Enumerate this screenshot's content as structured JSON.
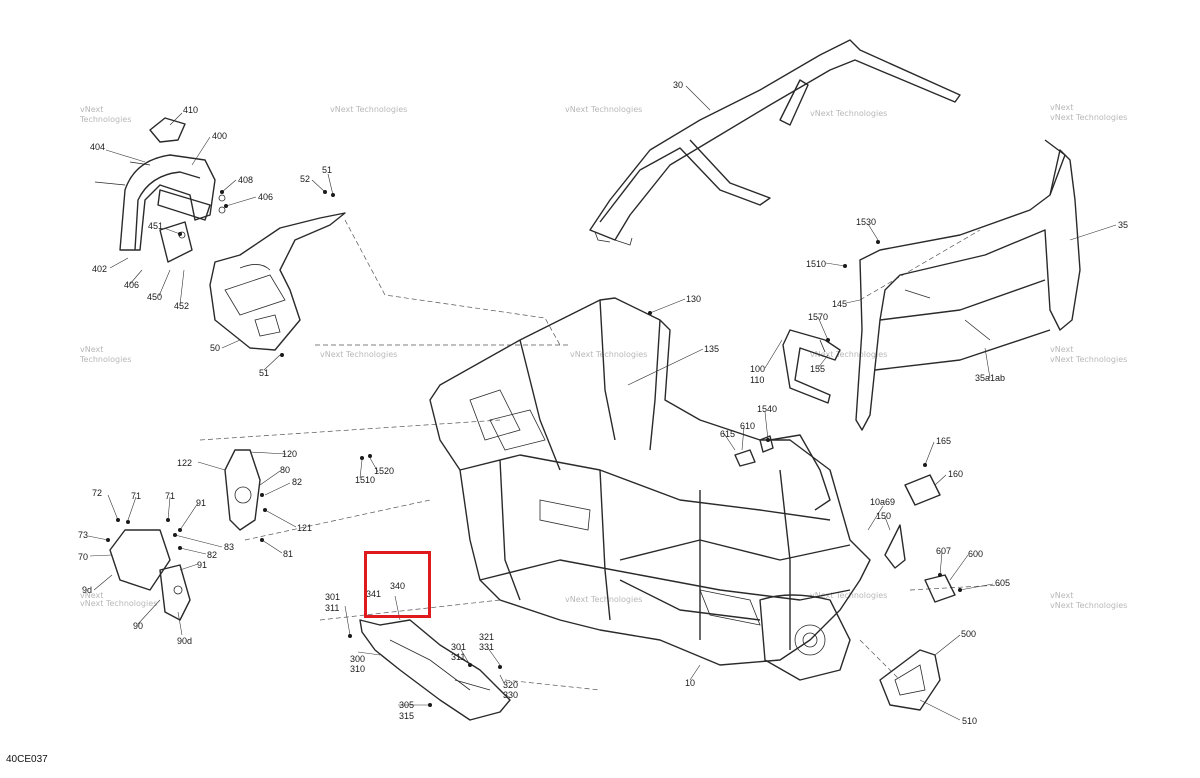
{
  "diagram_code": "40CE037",
  "watermark": {
    "line1": "vNext",
    "line2": "Technologies",
    "combined": "vNext Technologies"
  },
  "highlight": {
    "labels": [
      "340",
      "341"
    ]
  },
  "callouts": {
    "c410": "410",
    "c400": "400",
    "c404": "404",
    "c408": "408",
    "c406a": "406",
    "c451": "451",
    "c402": "402",
    "c406b": "406",
    "c450": "450",
    "c452": "452",
    "c51a": "51",
    "c52": "52",
    "c50": "50",
    "c51b": "51",
    "c30": "30",
    "c35": "35",
    "c1530": "1530",
    "c1510a": "1510",
    "c145": "145",
    "c1570": "1570",
    "c100": "100",
    "c110": "110",
    "c155": "155",
    "c35a1ab": "35a1ab",
    "c130": "130",
    "c135": "135",
    "c615": "615",
    "c610": "610",
    "c1540": "1540",
    "c165": "165",
    "c160": "160",
    "c10a69": "10a69",
    "c150": "150",
    "c607": "607",
    "c600": "600",
    "c605": "605",
    "c500": "500",
    "c510": "510",
    "c10": "10",
    "c1520": "1520",
    "c1510b": "1510",
    "c120": "120",
    "c122": "122",
    "c80": "80",
    "c82a": "82",
    "c72": "72",
    "c71a": "71",
    "c71b": "71",
    "c91a": "91",
    "c121": "121",
    "c73": "73",
    "c83": "83",
    "c82b": "82",
    "c81": "81",
    "c70": "70",
    "c91b": "91",
    "c9d": "9d",
    "c90": "90",
    "c90d": "90d",
    "c301a": "301",
    "c311a": "311",
    "c340": "340",
    "c341": "341",
    "c300": "300",
    "c310": "310",
    "c301b": "301",
    "c311b": "311",
    "c321": "321",
    "c331": "331",
    "c320": "320",
    "c330": "330",
    "c305": "305",
    "c315": "315"
  }
}
